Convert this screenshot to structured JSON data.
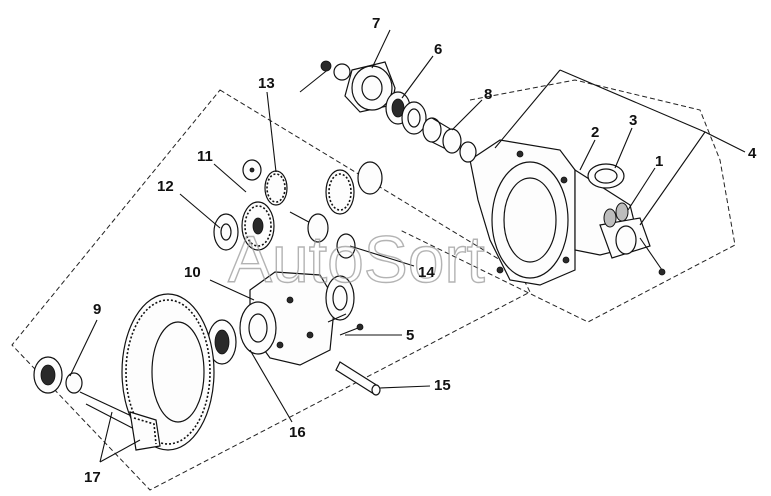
{
  "watermark": "AutoSort",
  "callouts": [
    {
      "id": "1",
      "label": "1"
    },
    {
      "id": "2",
      "label": "2"
    },
    {
      "id": "3",
      "label": "3"
    },
    {
      "id": "4",
      "label": "4"
    },
    {
      "id": "5",
      "label": "5"
    },
    {
      "id": "6",
      "label": "6"
    },
    {
      "id": "7",
      "label": "7"
    },
    {
      "id": "8",
      "label": "8"
    },
    {
      "id": "9",
      "label": "9"
    },
    {
      "id": "10",
      "label": "10"
    },
    {
      "id": "11",
      "label": "11"
    },
    {
      "id": "12",
      "label": "12"
    },
    {
      "id": "13",
      "label": "13"
    },
    {
      "id": "14",
      "label": "14"
    },
    {
      "id": "15",
      "label": "15"
    },
    {
      "id": "16",
      "label": "16"
    },
    {
      "id": "17",
      "label": "17"
    }
  ]
}
